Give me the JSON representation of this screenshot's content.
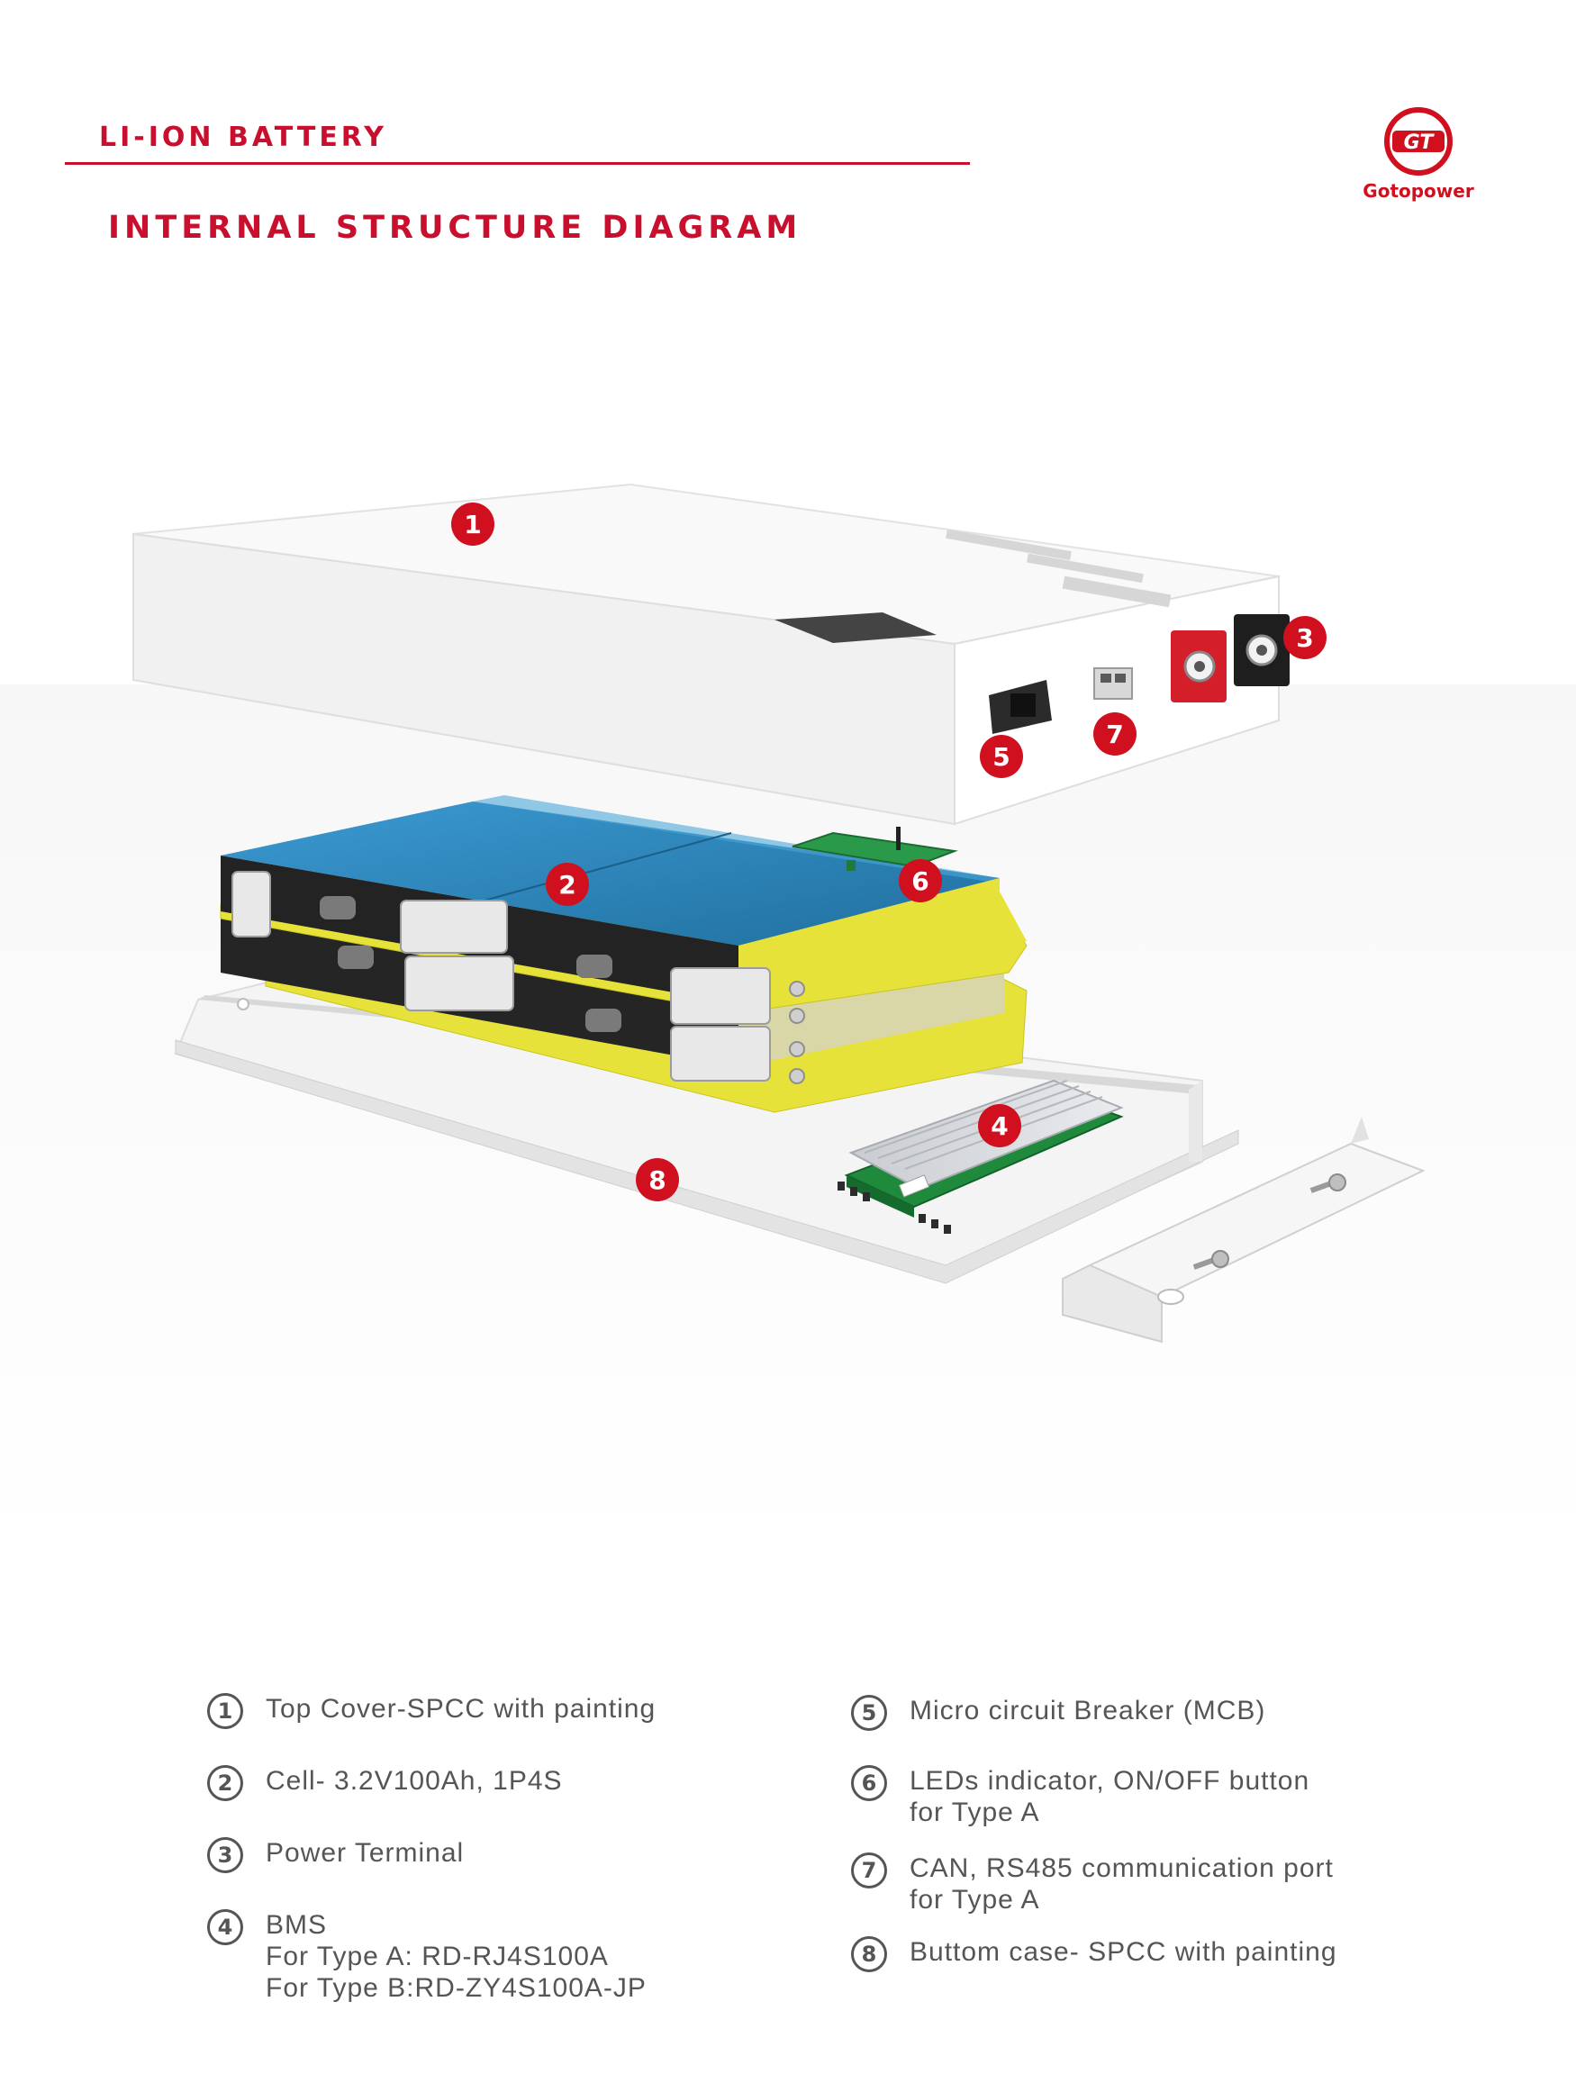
{
  "header": {
    "title": "LI-ION BATTERY",
    "subtitle": "INTERNAL STRUCTURE DIAGRAM"
  },
  "logo": {
    "glyph": "GT",
    "name": "Gotopower"
  },
  "colors": {
    "brand_red": "#c8102e",
    "marker_red": "#d0101e",
    "cell_blue": "#2f86b8",
    "insulation_yellow": "#e6e23a",
    "pcb_green": "#1f8a3c"
  },
  "markers": [
    "1",
    "2",
    "3",
    "4",
    "5",
    "6",
    "7",
    "8"
  ],
  "legend": [
    {
      "num": "1",
      "lines": [
        "Top Cover-SPCC with painting"
      ]
    },
    {
      "num": "2",
      "lines": [
        "Cell- 3.2V100Ah, 1P4S"
      ]
    },
    {
      "num": "3",
      "lines": [
        "Power Terminal"
      ]
    },
    {
      "num": "4",
      "lines": [
        "BMS",
        "For Type A: RD-RJ4S100A",
        "For Type B:RD-ZY4S100A-JP"
      ]
    },
    {
      "num": "5",
      "lines": [
        "Micro circuit Breaker (MCB)"
      ]
    },
    {
      "num": "6",
      "lines": [
        "LEDs indicator, ON/OFF button",
        "for Type A"
      ]
    },
    {
      "num": "7",
      "lines": [
        "CAN, RS485 communication port",
        "for Type A"
      ]
    },
    {
      "num": "8",
      "lines": [
        "Buttom case- SPCC with painting"
      ]
    }
  ]
}
